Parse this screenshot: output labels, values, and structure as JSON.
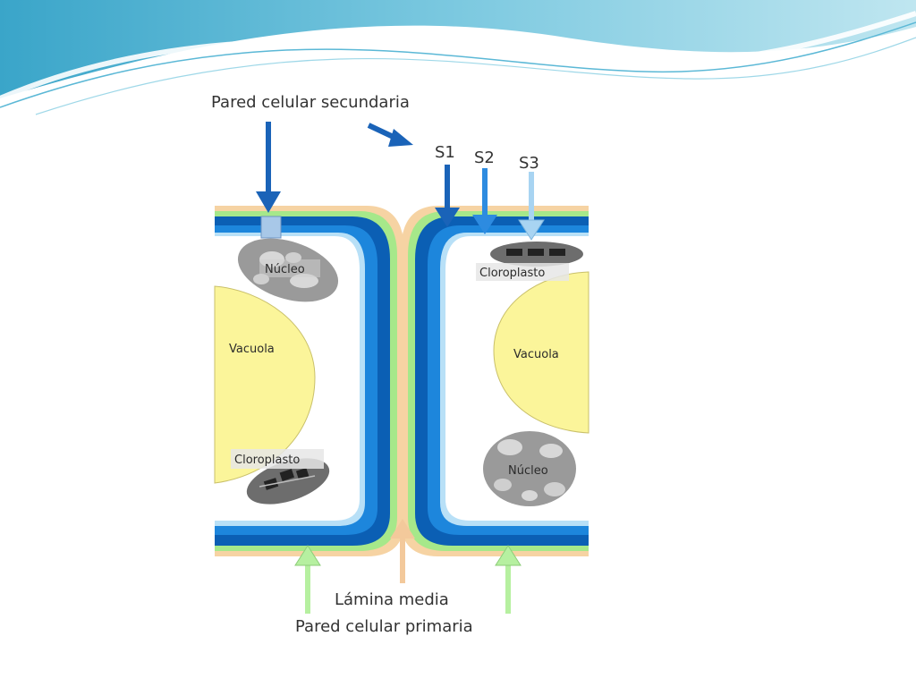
{
  "labels": {
    "secondary_wall": "Pared celular secundaria",
    "s1": "S1",
    "s2": "S2",
    "s3": "S3",
    "nucleus_left": "Núcleo",
    "vacuole_left": "Vacuola",
    "chloroplast_left": "Cloroplasto",
    "chloroplast_right": "Cloroplasto",
    "vacuole_right": "Vacuola",
    "nucleus_right": "Núcleo",
    "middle_lamella": "Lámina media",
    "primary_wall": "Pared celular primaria"
  },
  "colors": {
    "header_wave": "#5bb8d6",
    "header_wave_light": "#9fd8e8",
    "middle_lamella": "#f6d3a3",
    "primary_wall": "#a6e88a",
    "s1_layer": "#0b5fb4",
    "s2_layer": "#1d86dc",
    "s3_layer": "#b8e0f7",
    "vacuole": "#fbf59a",
    "organelle": "#8a8a8a",
    "arrow_dark": "#1a63b8",
    "arrow_mid": "#2d8be0",
    "arrow_light": "#a8d4f2",
    "arrow_green": "#b6f0a0",
    "arrow_peach": "#f3c99b"
  }
}
